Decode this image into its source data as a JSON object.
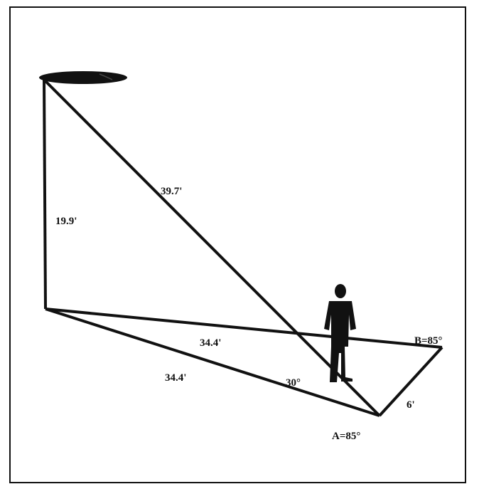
{
  "labels": {
    "height": "19.9'",
    "hypotenuse": "39.7'",
    "mid_distance": "34.4'",
    "lower_distance": "34.4'",
    "angle_c": "30°",
    "angle_b": "B=85°",
    "angle_a": "A=85°",
    "baseline": "6'"
  },
  "icons": {
    "lamp": "lamp-disc-icon",
    "person": "person-silhouette-icon"
  }
}
